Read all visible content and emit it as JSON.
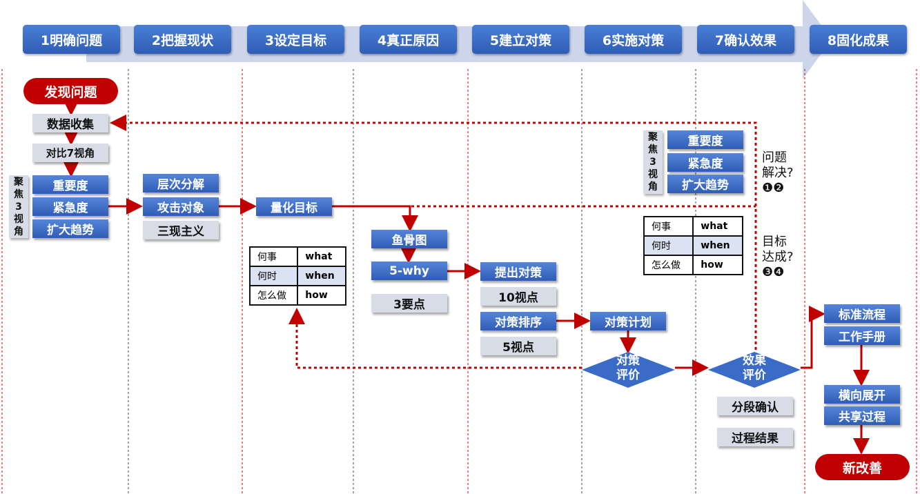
{
  "steps": [
    "1明确问题",
    "2把握现状",
    "3设定目标",
    "4真正原因",
    "5建立对策",
    "6实施对策",
    "7确认效果",
    "8固化成果"
  ],
  "col1": {
    "start": "发现问题",
    "data_collect": "数据收集",
    "compare": "对比7视角",
    "focus_chars": [
      "聚",
      "焦",
      "3",
      "视",
      "角"
    ],
    "focus_items": [
      "重要度",
      "紧急度",
      "扩大趋势"
    ]
  },
  "col2": {
    "items": [
      "层次分解",
      "攻击对象",
      "三现主义"
    ]
  },
  "col3": {
    "target": "量化目标",
    "table": [
      [
        "何事",
        "what"
      ],
      [
        "何时",
        "when"
      ],
      [
        "怎么做",
        "how"
      ]
    ]
  },
  "col4": {
    "fishbone": "鱼骨图",
    "why": "5-why",
    "points": "3要点"
  },
  "col5": {
    "propose": "提出对策",
    "ten": "10视点",
    "rank": "对策排序",
    "five": "5视点"
  },
  "col6": {
    "plan": "对策计划",
    "eval": [
      "对策",
      "评价"
    ]
  },
  "col7": {
    "focus_chars": [
      "聚",
      "焦",
      "3",
      "视",
      "角"
    ],
    "focus_items": [
      "重要度",
      "紧急度",
      "扩大趋势"
    ],
    "table": [
      [
        "何事",
        "what"
      ],
      [
        "何时",
        "when"
      ],
      [
        "怎么做",
        "how"
      ]
    ],
    "eval": [
      "效果",
      "评价"
    ],
    "stage_confirm": "分段确认",
    "process_result": "过程结果",
    "q1": [
      "问题",
      "解决?",
      "❶❷"
    ],
    "q2": [
      "目标",
      "达成?",
      "❸❹"
    ]
  },
  "col8": {
    "standard": "标准流程",
    "manual": "工作手册",
    "expand": "横向展开",
    "share": "共享过程",
    "new": "新改善"
  },
  "colors": {
    "blue": "#2f5db5",
    "red": "#c00000",
    "gray": "#d7dce6",
    "band": "#ccd5ea"
  }
}
